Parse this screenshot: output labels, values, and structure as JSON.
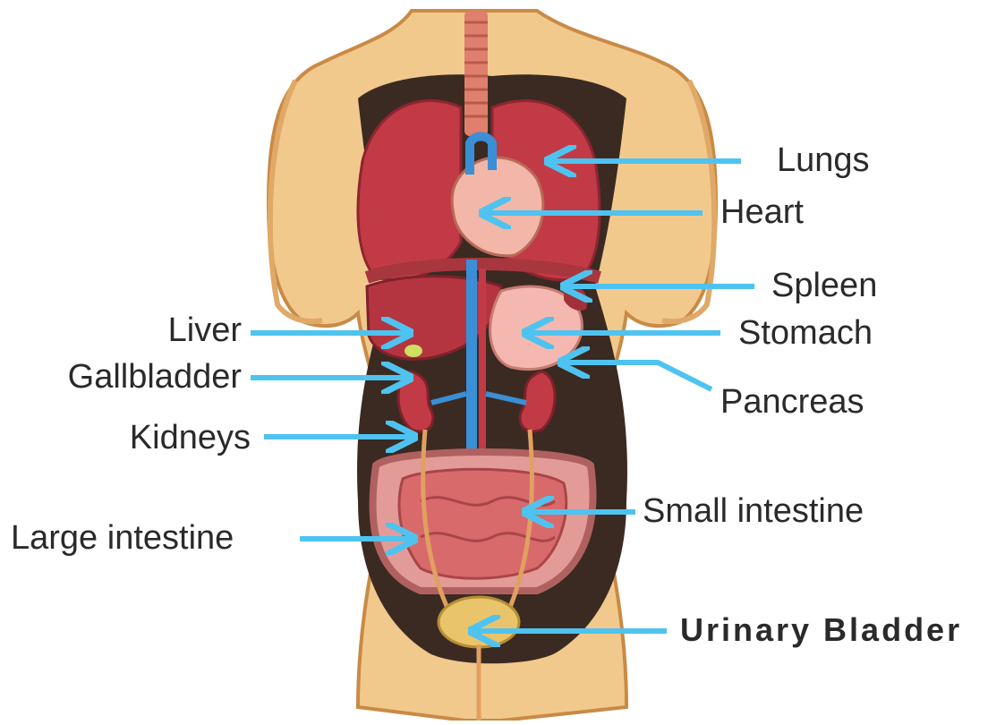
{
  "diagram": {
    "colors": {
      "skin": "#f2c98c",
      "skin_shade": "#e0a968",
      "cavity": "#3b2a22",
      "organ": "#c23a45",
      "organ_light": "#e8b4a8",
      "vessel": "#3a8fd6",
      "arrow": "#4fc3f0",
      "bladder": "#e9c46a"
    },
    "labels": {
      "lungs": "Lungs",
      "heart": "Heart",
      "spleen": "Spleen",
      "stomach": "Stomach",
      "pancreas": "Pancreas",
      "liver": "Liver",
      "gallbladder": "Gallbladder",
      "kidneys": "Kidneys",
      "small_intestine": "Small intestine",
      "large_intestine": "Large intestine",
      "urinary_bladder": "Urinary Bladder"
    }
  }
}
